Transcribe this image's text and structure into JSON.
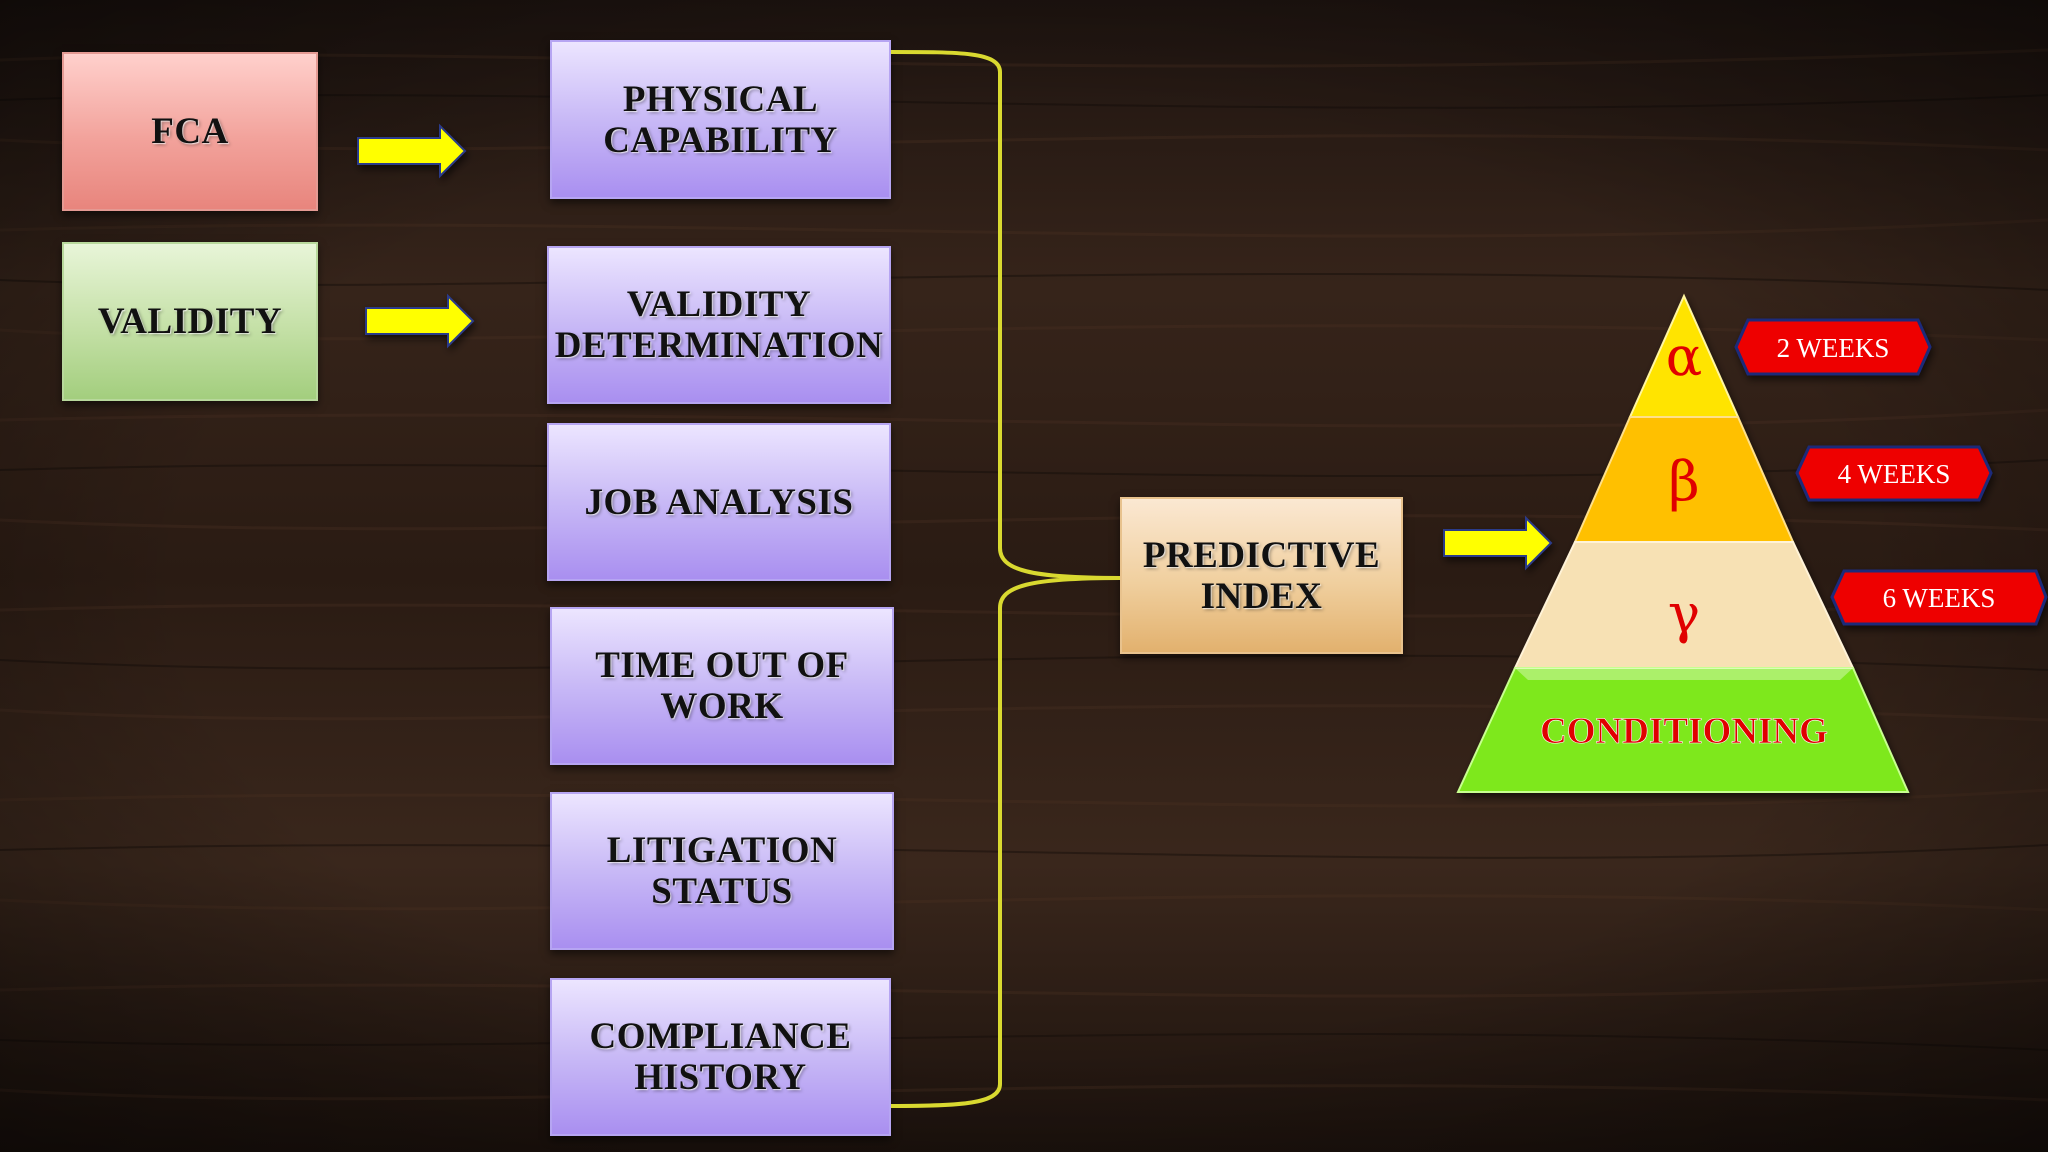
{
  "left_boxes": {
    "fca": "FCA",
    "validity": "VALIDITY"
  },
  "factors": {
    "physical_capability": "PHYSICAL\nCAPABILITY",
    "validity_determination": "VALIDITY\nDETERMINATION",
    "job_analysis": "JOB ANALYSIS",
    "time_out_of_work": "TIME OUT OF\nWORK",
    "litigation_status": "LITIGATION\nSTATUS",
    "compliance_history": "COMPLIANCE\nHISTORY"
  },
  "predictive_index": "PREDICTIVE\nINDEX",
  "pyramid": {
    "levels": [
      {
        "symbol": "α",
        "color": "#ffe400"
      },
      {
        "symbol": "β",
        "color": "#ffc000"
      },
      {
        "symbol": "γ",
        "color": "#f7e1b4"
      },
      {
        "label": "CONDITIONING",
        "color": "#7ee81d"
      }
    ],
    "text_color": "#e00000",
    "tags": [
      "2 WEEKS",
      "4 WEEKS",
      "6 WEEKS"
    ],
    "tag_color": "#ee0000"
  },
  "colors": {
    "arrow": "#ffff00",
    "connector": "#d9d930",
    "factor_box": "#c8b9f6"
  }
}
